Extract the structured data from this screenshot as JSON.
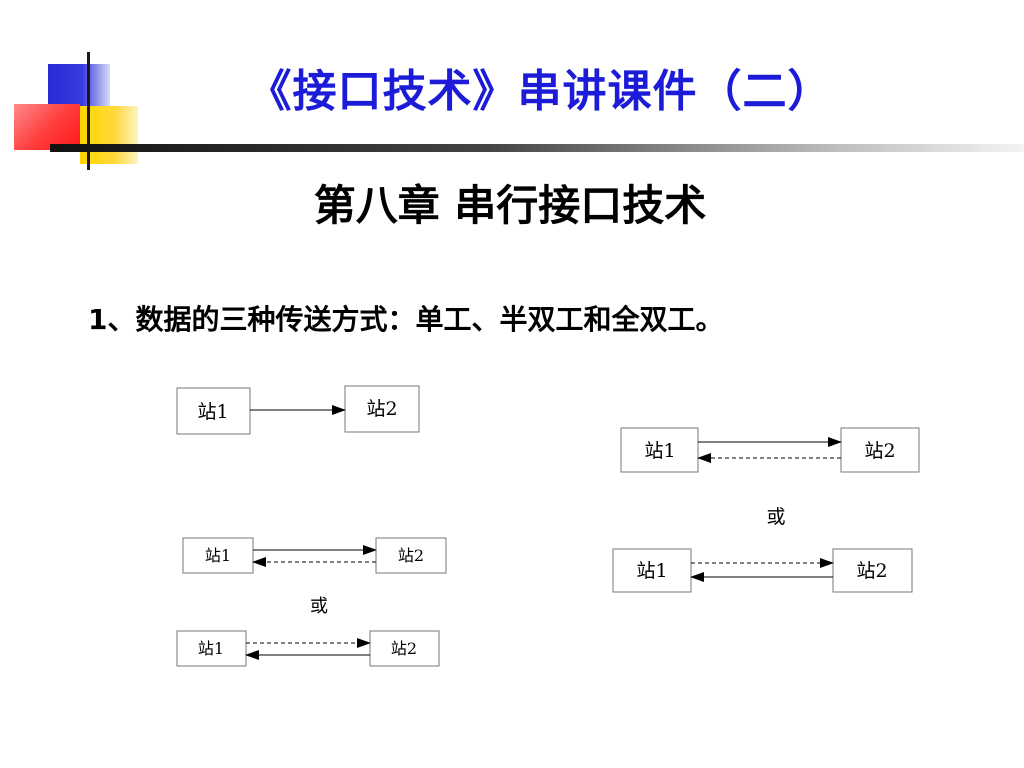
{
  "title": "《接口技术》串讲课件（二）",
  "chapter": "第八章  串行接口技术",
  "point": {
    "number": "1",
    "text": "、数据的三种传送方式：单工、半双工和全双工。"
  },
  "diagram_labels": {
    "station1": "站1",
    "station2": "站2",
    "or": "或"
  },
  "colors": {
    "title": "#1c1cd8",
    "accent_blue": "#2a2ad6",
    "accent_yellow": "#ffd400",
    "accent_red": "#ff3a3a"
  }
}
